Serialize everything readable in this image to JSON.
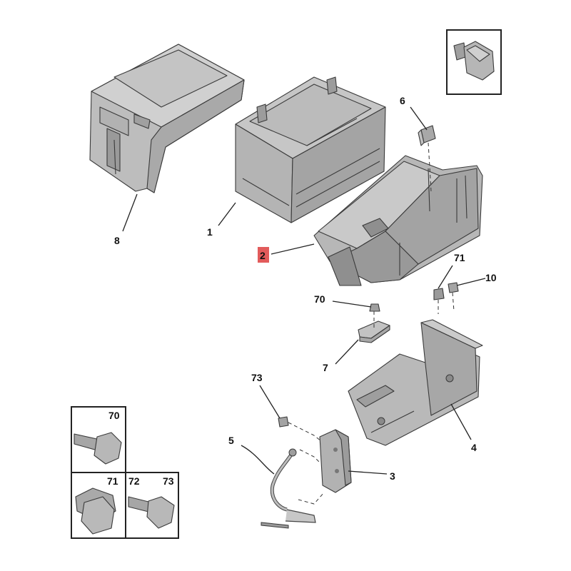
{
  "callouts": {
    "c10_top": "10",
    "c6": "6",
    "c8": "8",
    "c1": "1",
    "c2": "2",
    "c71": "71",
    "c10": "10",
    "c70": "70",
    "c7": "7",
    "c73": "73",
    "c4": "4",
    "c5": "5",
    "c3": "3"
  },
  "fastener_boxes": {
    "box70": "70",
    "box71": "71",
    "box72": "72",
    "box73": "73"
  },
  "colors": {
    "part_fill": "#b9b9b9",
    "part_light": "#d2d2d2",
    "part_dark": "#8e8e8e",
    "outline": "#3a3a3a",
    "highlight": "#e25b5b"
  }
}
